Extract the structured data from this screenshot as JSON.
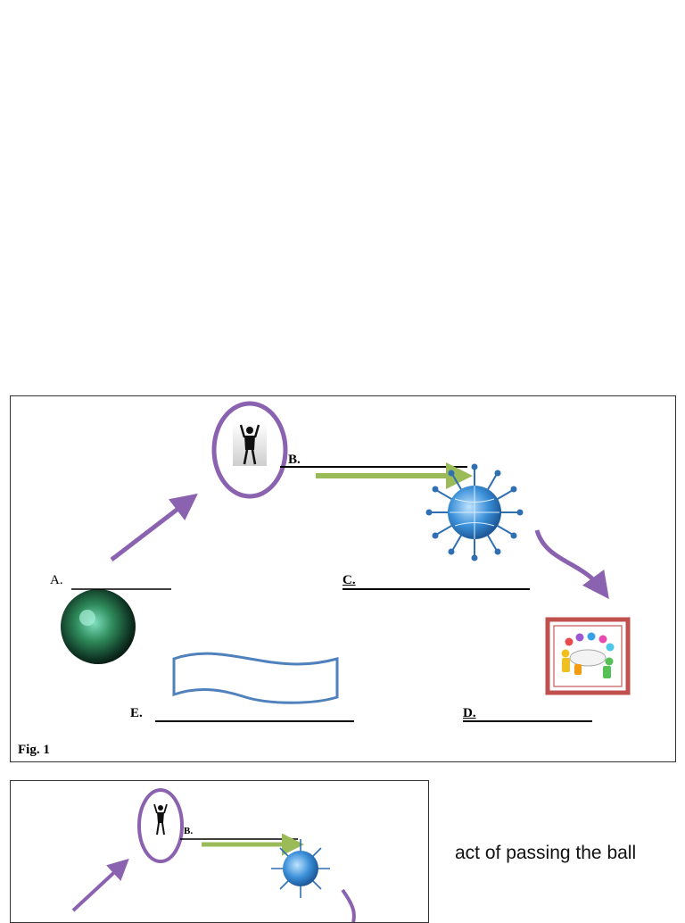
{
  "figure": {
    "caption": "Fig. 1",
    "labels": {
      "a": "A.",
      "b": "B.",
      "c": "C.",
      "d": "D.",
      "e": "E."
    },
    "icons": {
      "a": "green-ball-icon",
      "b": "raised-arms-person-icon",
      "c": "people-around-globe-icon",
      "d": "meeting-table-icon",
      "e": "wavy-banner-icon"
    },
    "colors": {
      "purple_arrow": "#8a62b0",
      "green_arrow": "#9bbb59",
      "banner_outline": "#4f81bd",
      "meeting_frame": "#c0504d"
    }
  },
  "thumbnail": {
    "label_b": "B."
  },
  "caption_text": "act of passing the ball"
}
